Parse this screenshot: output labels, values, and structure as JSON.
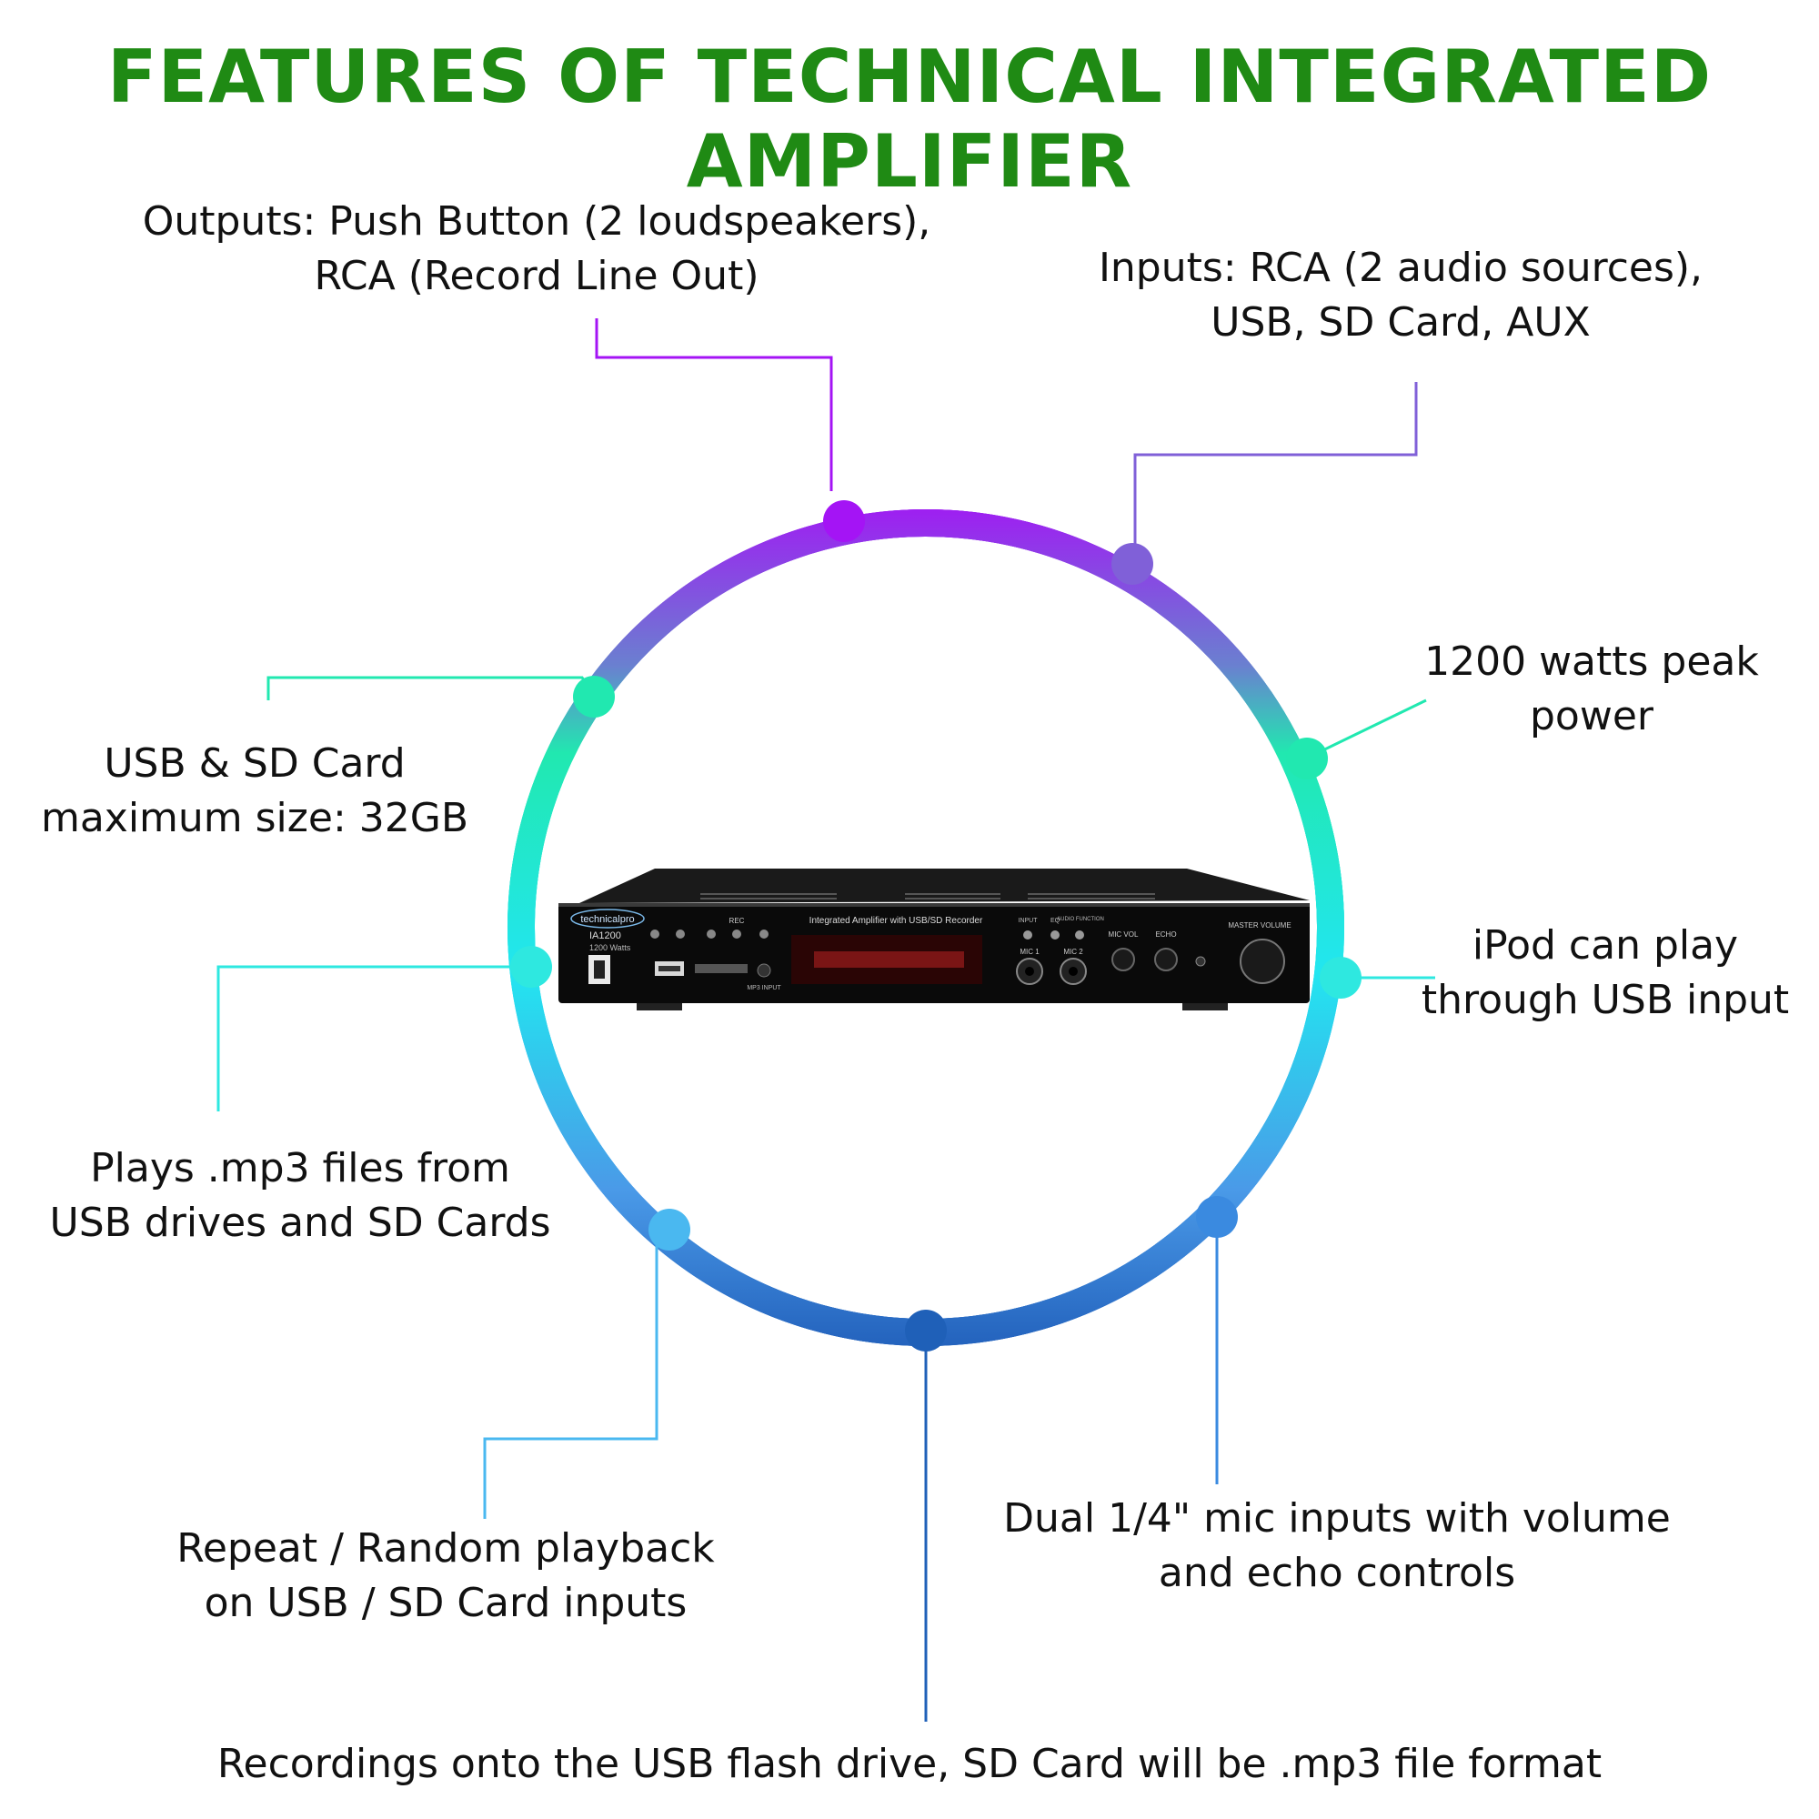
{
  "title": "FEATURES OF TECHNICAL INTEGRATED AMPLIFIER",
  "features": {
    "outputs": [
      "Outputs: Push Button (2 loudspeakers),",
      "RCA (Record Line Out)"
    ],
    "inputs": [
      "Inputs: RCA (2 audio sources),",
      "USB, SD Card, AUX"
    ],
    "power": [
      "1200 watts peak",
      "power"
    ],
    "usb_sd_size": [
      "USB & SD Card",
      "maximum size: 32GB"
    ],
    "ipod": [
      "iPod can play",
      "through USB input"
    ],
    "mp3": [
      "Plays .mp3 files from",
      "USB drives and SD Cards"
    ],
    "repeat": [
      "Repeat / Random playback",
      "on USB / SD Card inputs"
    ],
    "mic": [
      "Dual 1/4\" mic inputs with volume",
      "and echo controls"
    ],
    "recordings": [
      "Recordings onto the USB flash drive, SD Card will be .mp3 file format"
    ]
  },
  "device": {
    "brand": "technicalpro",
    "model": "IA1200",
    "watts": "1200 Watts",
    "panel_title": "Integrated Amplifier with USB/SD Recorder",
    "buttons": [
      "REC"
    ],
    "mic_labels": [
      "MIC 1",
      "MIC 2"
    ],
    "knob_labels": [
      "MIC VOL",
      "ECHO",
      "MASTER VOLUME"
    ],
    "switch_labels": [
      "INPUT",
      "EQ",
      "AUDIO FUNCTION"
    ],
    "mp3_input": "MP3 INPUT"
  },
  "colors": {
    "title": "#1f8a14",
    "purple": "#a414f5",
    "violet": "#8060d8",
    "mint": "#21e8b0",
    "aqua": "#2ee8e0",
    "sky": "#4ab8f0",
    "blue": "#3a8ae0",
    "navy": "#1f60b8"
  }
}
